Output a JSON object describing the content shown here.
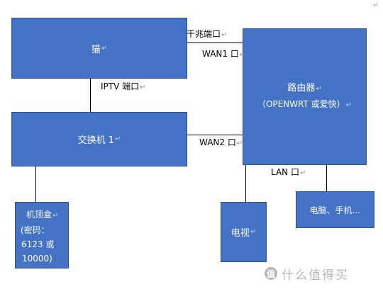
{
  "boxes": {
    "modem": "猫",
    "router_title": "路由器",
    "router_subtitle": "（OPENWRT 或爱快）",
    "switch": "交换机 1",
    "set_top_box": [
      "机顶盒",
      "(密码：",
      "6123 或",
      "10000)"
    ],
    "tv": "电视",
    "pc_phone": "电脑、手机…"
  },
  "labels": {
    "gigabit_port": "千兆端口",
    "wan1_port": "WAN1 口",
    "iptv_port": "IPTV 端口",
    "wan2_port": "WAN2 口",
    "lan_port": "LAN 口"
  },
  "marks": {
    "paragraph": "↵",
    "box_mark": "↵"
  },
  "watermark": {
    "logo": "值",
    "text": "什么值得买"
  },
  "colors": {
    "box_fill": "#4472c4",
    "box_border": "#2f528f",
    "box_text": "#ffffff",
    "line": "#000000"
  }
}
